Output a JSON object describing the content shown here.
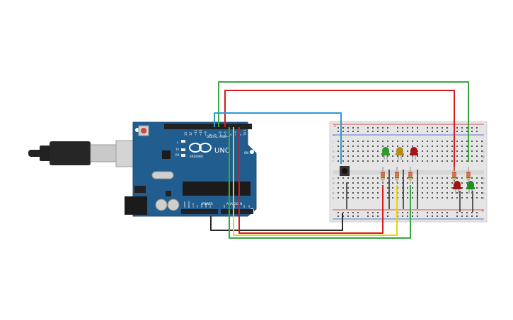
{
  "board": {
    "digital_label": "DIGITAL (PWM~)",
    "uno_label": "UNO",
    "arduino_label": "ARDUINO",
    "power_label": "POWER",
    "analog_label": "ANALOG IN",
    "aref_label": "AREF",
    "gnd_label": "GND",
    "led_l_label": "L",
    "tx_label": "TX",
    "rx_label": "RX",
    "on_label": "ON",
    "reset_label": "RESET",
    "digital_pins": [
      "13",
      "12",
      "~11",
      "~10",
      "~9",
      "8",
      "7",
      "~6",
      "~5",
      "4",
      "~3",
      "2",
      "TX 1",
      "RX 0"
    ],
    "power_pins": [
      "IOREF",
      "RESET",
      "3.3V",
      "5V",
      "GND",
      "GND",
      "Vin"
    ],
    "analog_pins": [
      "A0",
      "A1",
      "A2",
      "A3",
      "A4",
      "A5"
    ]
  },
  "breadboard": {
    "row_letters_top": [
      "j",
      "i",
      "h",
      "g",
      "f"
    ],
    "row_letters_bottom": [
      "e",
      "d",
      "c",
      "b",
      "a"
    ],
    "plus_label": "+",
    "minus_label": "-"
  },
  "components": {
    "leds": [
      {
        "color": "#2e9a2e",
        "group": "left"
      },
      {
        "color": "#b58b1a",
        "group": "left"
      },
      {
        "color": "#a01414",
        "group": "left"
      },
      {
        "color": "#a01414",
        "group": "right"
      },
      {
        "color": "#1e8f1e",
        "group": "right"
      }
    ],
    "resistor_count": 5,
    "pushbutton_count": 1
  },
  "colors": {
    "board_blue": "#215d8f",
    "wire_red": "#d51c1c",
    "wire_green": "#36a83e",
    "wire_blue": "#2b9ad6",
    "wire_yellow": "#e8d20f",
    "wire_black": "#2a2a2a",
    "breadboard_bg": "#e5e5e5"
  }
}
